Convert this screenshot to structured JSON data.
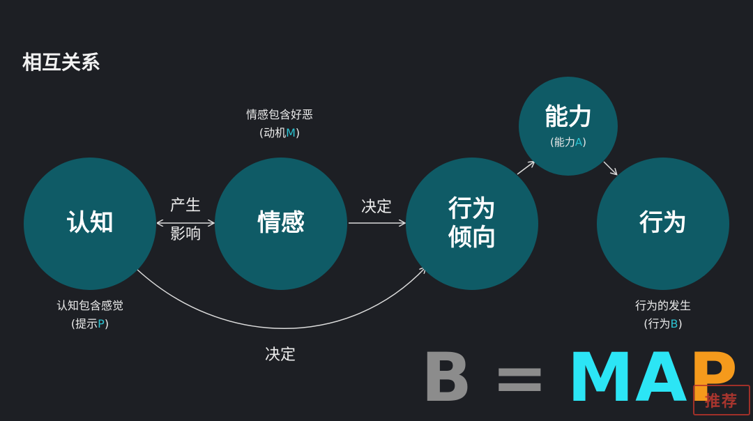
{
  "title": "相互关系",
  "nodes": {
    "cognition": {
      "label": "认知"
    },
    "emotion": {
      "label": "情感"
    },
    "tendency": {
      "line1": "行为",
      "line2": "倾向"
    },
    "ability": {
      "label": "能力",
      "sub_prefix": "(能力",
      "sub_letter": "A",
      "sub_suffix": ")"
    },
    "behavior": {
      "label": "行为"
    }
  },
  "edges": {
    "produce_line1": "产生",
    "produce_line2": "影响",
    "decide_top": "决定",
    "decide_bottom": "决定"
  },
  "annotations": {
    "emotion_line1": "情感包含好恶",
    "emotion_line2_prefix": "(动机",
    "emotion_line2_letter": "M",
    "emotion_line2_suffix": ")",
    "cognition_line1": "认知包含感觉",
    "cognition_line2_prefix": "(提示",
    "cognition_line2_letter": "P",
    "cognition_line2_suffix": ")",
    "behavior_line1": "行为的发生",
    "behavior_line2_prefix": "(行为",
    "behavior_line2_letter": "B",
    "behavior_line2_suffix": ")"
  },
  "formula": {
    "b": "B",
    "eq": "=",
    "ma": "MA",
    "p": "P"
  },
  "stamp": {
    "text": "推荐"
  },
  "colors": {
    "background": "#1d1f24",
    "node": "#0f5b66",
    "highlight": "#2cc3d2",
    "formula_ma": "#2ce5f5",
    "formula_p": "#f59a1c",
    "formula_b": "#8c8c8c"
  }
}
